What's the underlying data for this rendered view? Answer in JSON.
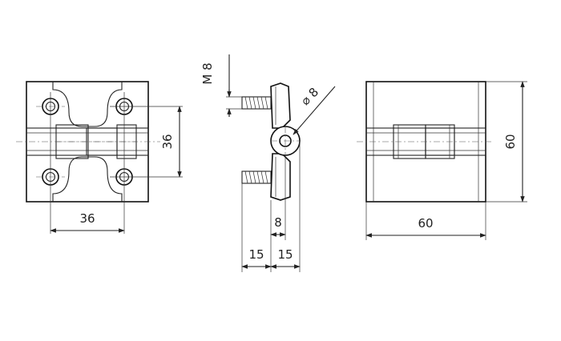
{
  "dimensions": {
    "front_hole_spacing_h": "36",
    "front_hole_spacing_v": "36",
    "thread": "M 8",
    "pin_diameter": "⌀ 8",
    "offset_knuckle": "8",
    "screw_left": "15",
    "screw_right": "15",
    "width": "60",
    "height": "60"
  },
  "colors": {
    "line": "#222222",
    "background": "#ffffff"
  }
}
